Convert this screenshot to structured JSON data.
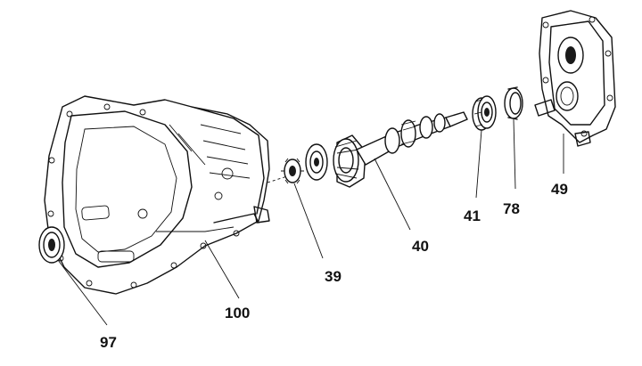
{
  "diagram": {
    "callouts": {
      "bellhousing": "100",
      "seal": "97",
      "gear_39": "39",
      "shaft_40": "40",
      "bearing_41": "41",
      "ring_78": "78",
      "cover_49": "49"
    }
  }
}
